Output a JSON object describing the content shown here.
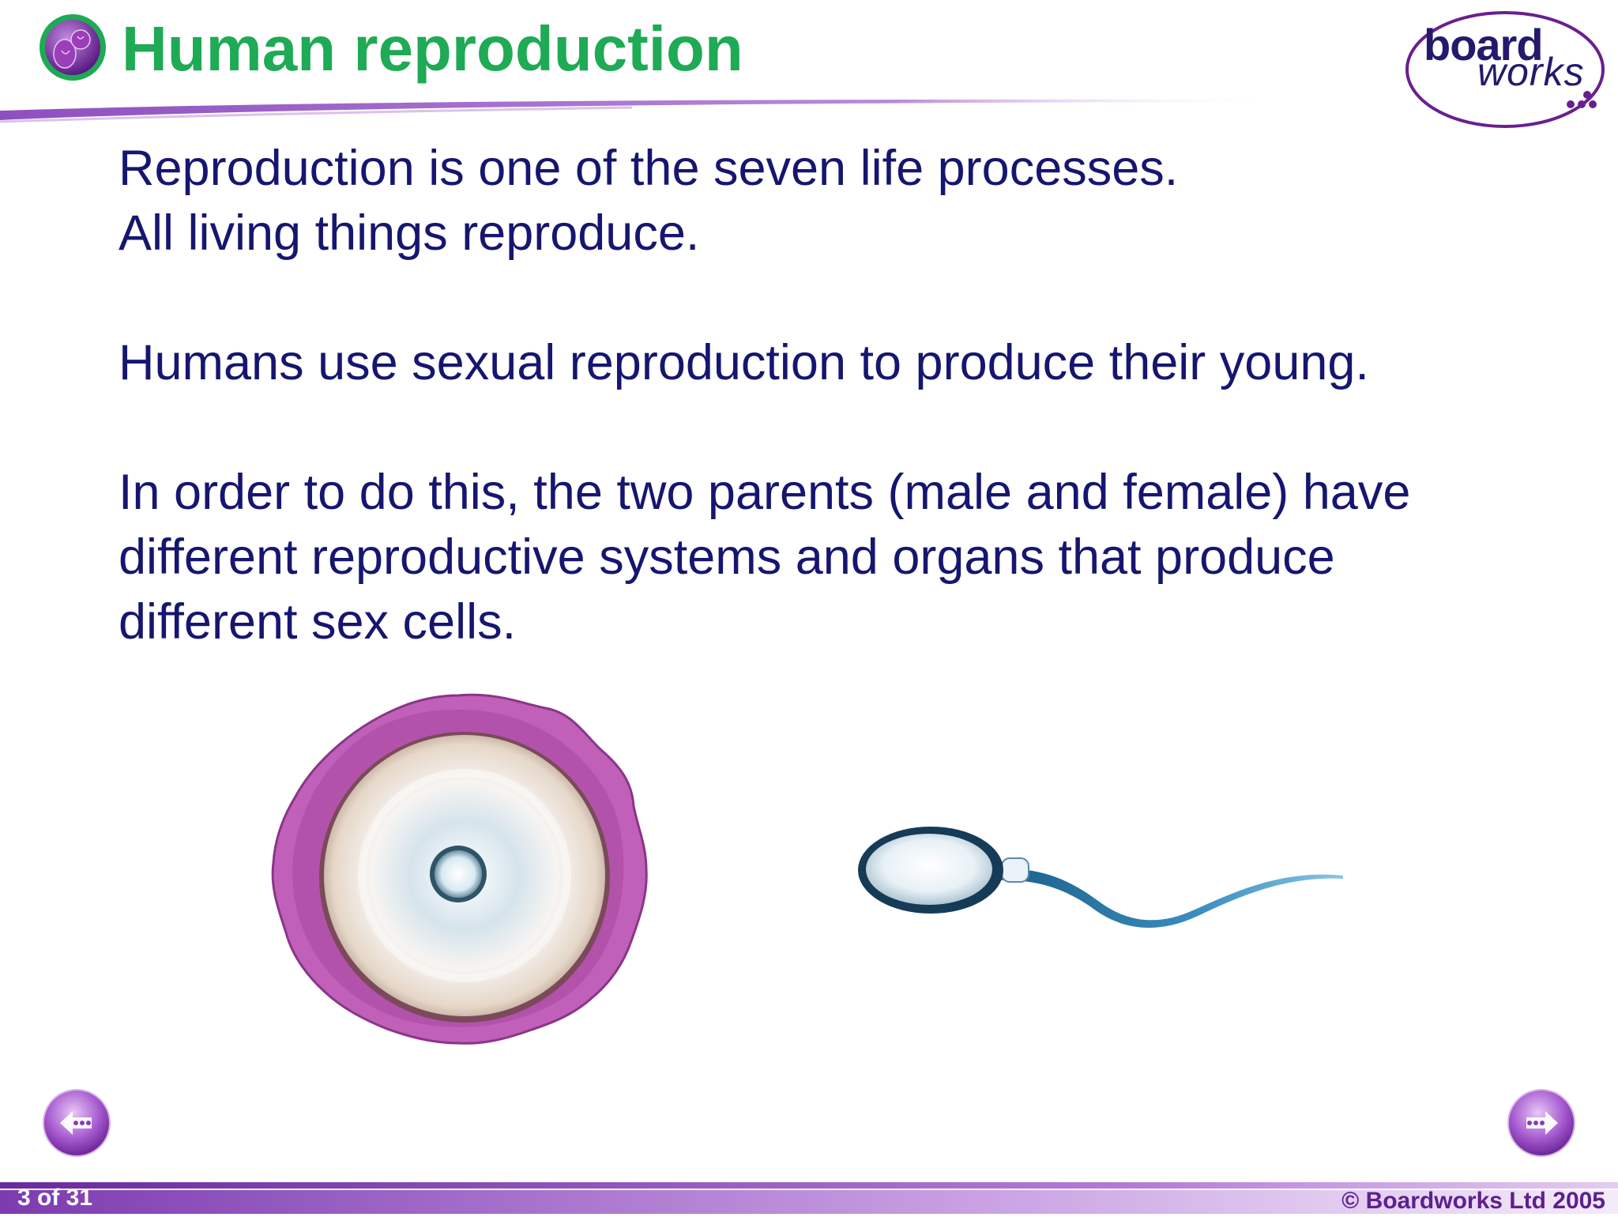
{
  "header": {
    "title": "Human reproduction",
    "title_color": "#1faa55",
    "icon": "embryo-icon",
    "logo": {
      "line1": "board",
      "line2": "works",
      "color": "#231a6e"
    }
  },
  "content": {
    "paragraph1": [
      "Reproduction is one of the seven life processes.",
      "All living things reproduce."
    ],
    "paragraph2": [
      "Humans use sexual reproduction to produce their young."
    ],
    "paragraph3": [
      "In order to do this, the two parents (male and female) have",
      "different reproductive systems and organs that produce",
      "different sex cells."
    ],
    "text_color": "#161670"
  },
  "illustrations": {
    "egg": "egg-cell-icon",
    "sperm": "sperm-cell-icon"
  },
  "navigation": {
    "prev": "previous-slide-icon",
    "next": "next-slide-icon"
  },
  "footer": {
    "page": "3 of 31",
    "copyright": "© Boardworks Ltd 2005",
    "accent": "#7d3bb0"
  }
}
